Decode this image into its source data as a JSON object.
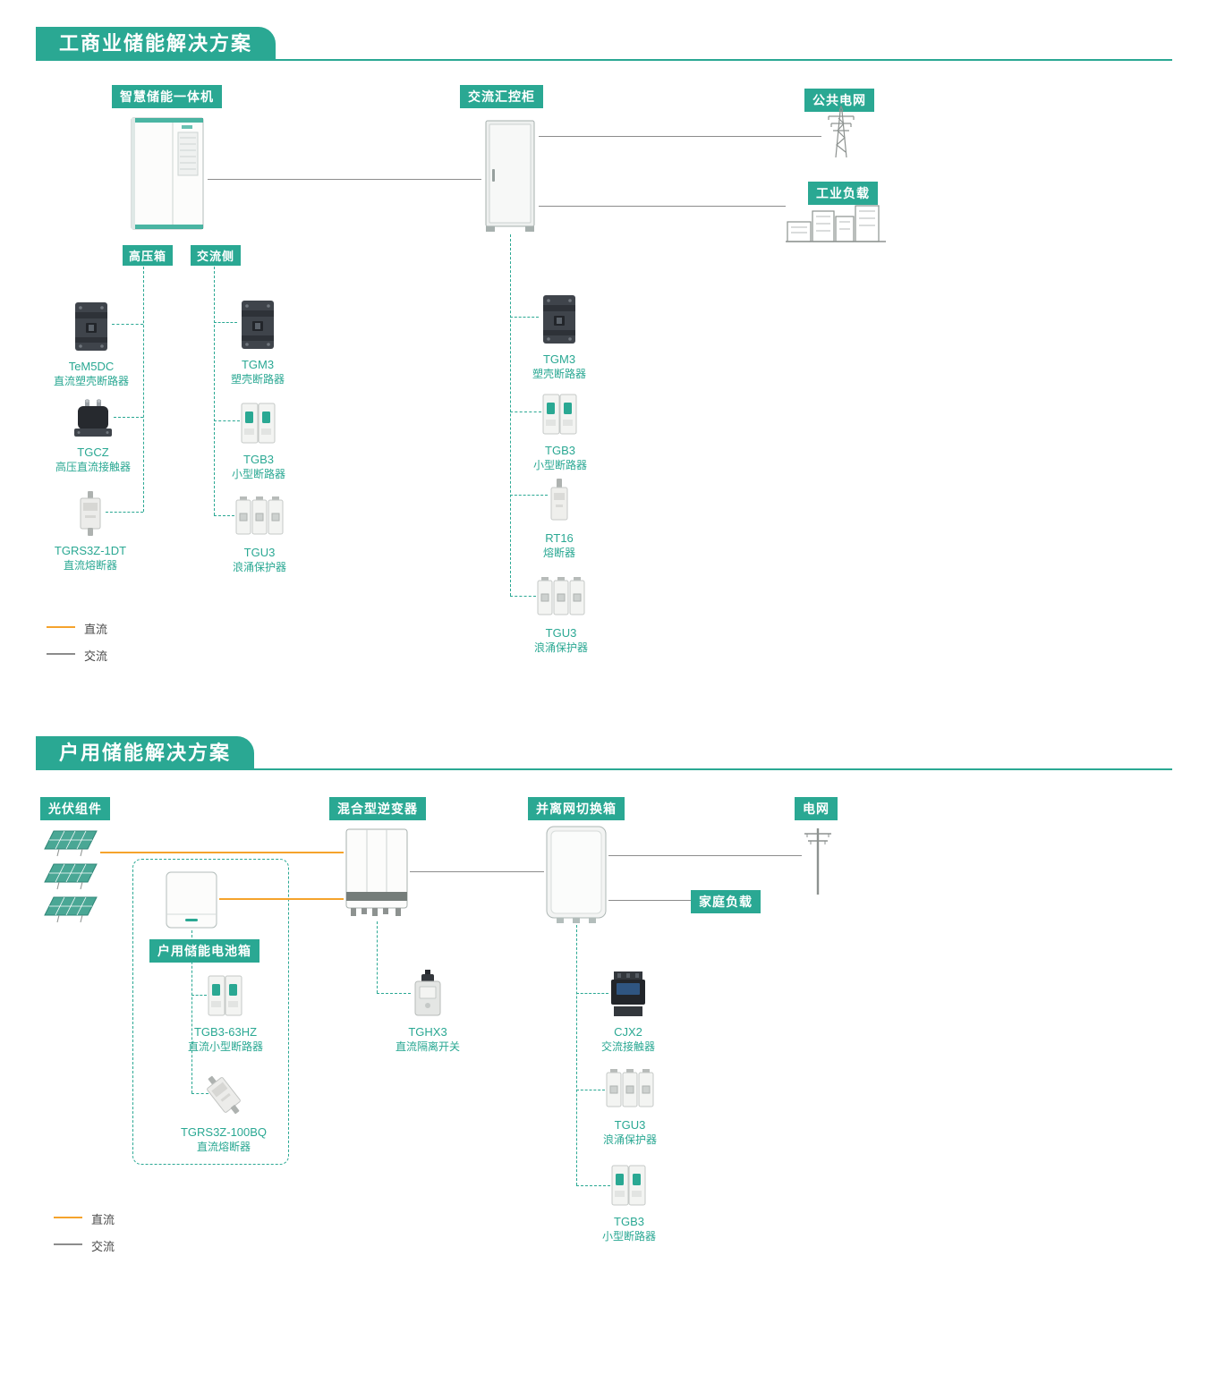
{
  "colors": {
    "accent_teal": "#2AA893",
    "dc_line_orange": "#F5A32C",
    "ac_line_gray": "#8C8C8C"
  },
  "sections": {
    "commercial": {
      "title": "工商业储能解决方案",
      "tags": {
        "storage": "智慧储能一体机",
        "ac_cabinet": "交流汇控柜",
        "public_grid": "公共电网",
        "industrial_load": "工业负载",
        "hv_box": "高压箱",
        "ac_side": "交流侧"
      },
      "hv_components": [
        {
          "name": "TeM5DC",
          "desc": "直流塑壳断路器"
        },
        {
          "name": "TGCZ",
          "desc": "高压直流接触器"
        },
        {
          "name": "TGRS3Z-1DT",
          "desc": "直流熔断器"
        }
      ],
      "ac_components": [
        {
          "name": "TGM3",
          "desc": "塑壳断路器"
        },
        {
          "name": "TGB3",
          "desc": "小型断路器"
        },
        {
          "name": "TGU3",
          "desc": "浪涌保护器"
        }
      ],
      "cabinet_components": [
        {
          "name": "TGM3",
          "desc": "塑壳断路器"
        },
        {
          "name": "TGB3",
          "desc": "小型断路器"
        },
        {
          "name": "RT16",
          "desc": "熔断器"
        },
        {
          "name": "TGU3",
          "desc": "浪涌保护器"
        }
      ],
      "legend": [
        {
          "label": "直流"
        },
        {
          "label": "交流"
        }
      ]
    },
    "residential": {
      "title": "户用储能解决方案",
      "tags": {
        "pv": "光伏组件",
        "inverter": "混合型逆变器",
        "switch_box": "并离网切换箱",
        "grid": "电网",
        "home_load": "家庭负载",
        "battery_box": "户用储能电池箱"
      },
      "battery_components": [
        {
          "name": "TGB3-63HZ",
          "desc": "直流小型断路器"
        },
        {
          "name": "TGRS3Z-100BQ",
          "desc": "直流熔断器"
        }
      ],
      "inverter_components": [
        {
          "name": "TGHX3",
          "desc": "直流隔离开关"
        }
      ],
      "switch_components": [
        {
          "name": "CJX2",
          "desc": "交流接触器"
        },
        {
          "name": "TGU3",
          "desc": "浪涌保护器"
        },
        {
          "name": "TGB3",
          "desc": "小型断路器"
        }
      ],
      "legend": [
        {
          "label": "直流"
        },
        {
          "label": "交流"
        }
      ]
    }
  }
}
